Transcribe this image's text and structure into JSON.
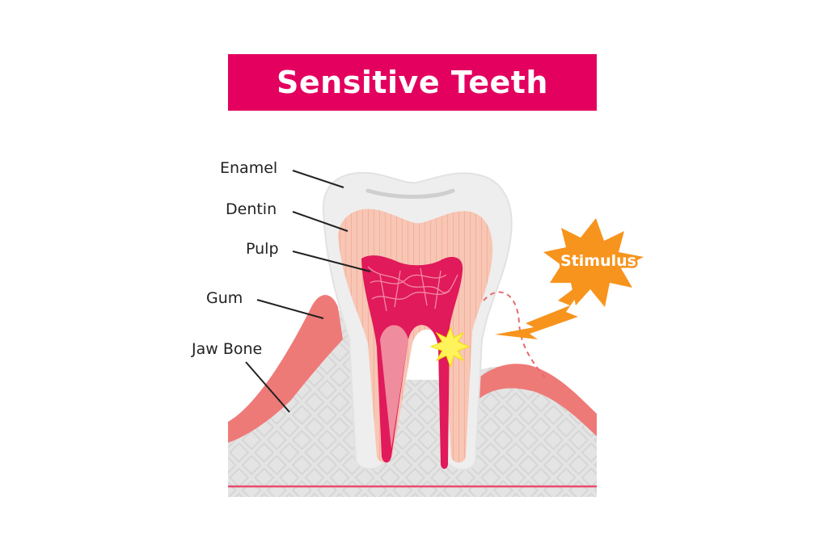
{
  "title": "Sensitive Teeth",
  "labels": {
    "enamel": "Enamel",
    "dentin": "Dentin",
    "pulp": "Pulp",
    "gum": "Gum",
    "jaw_bone": "Jaw Bone"
  },
  "stimulus_label": "Stimulus",
  "colors": {
    "banner": "#e3005f",
    "pulp": "#e01a5b",
    "dentin": "#f8c3b0",
    "gum": "#ee7a78",
    "enamel": "#eeeeee",
    "bone": "#e3e3e3",
    "stimulus": "#f7941d",
    "pain_spark": "#fff35c"
  }
}
